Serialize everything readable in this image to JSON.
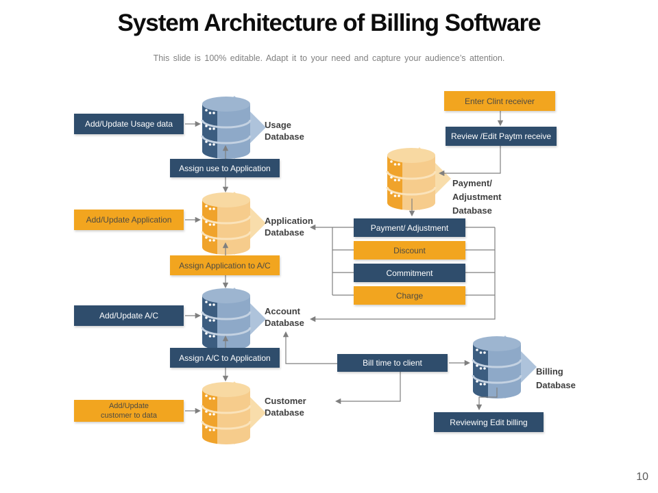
{
  "slide": {
    "title": "System Architecture of Billing Software",
    "subtitle": "This slide is 100% editable. Adapt it to your need and capture your audience’s attention.",
    "page_number": "10"
  },
  "nodes": {
    "add_usage": "Add/Update Usage data",
    "assign_use": "Assign use to Application",
    "add_application": "Add/Update Application",
    "assign_application": "Assign Application to A/C",
    "add_ac": "Add/Update A/C",
    "assign_ac": "Assign A/C to Application",
    "add_customer": "Add/Update\ncustomer to data",
    "enter_clint": "Enter Clint receiver",
    "review_paytm": "Review /Edit Paytm receive",
    "payment_adjustment": "Payment/ Adjustment",
    "discount": "Discount",
    "commitment": "Commitment",
    "charge": "Charge",
    "bill_time": "Bill time to client",
    "reviewing_billing": "Reviewing Edit billing"
  },
  "databases": {
    "usage": "Usage\nDatabase",
    "application": "Application\nDatabase",
    "account": "Account\nDatabase",
    "customer": "Customer\nDatabase",
    "payment": "Payment/\nAdjustment\nDatabase",
    "billing": "Billing\nDatabase"
  },
  "colors": {
    "dark_box": "#2f4d6c",
    "orange_box": "#f2a51f",
    "dark_box_text": "#ffffff",
    "orange_box_text": "#4d4a42",
    "label_text": "#3f3f3f",
    "connector_line": "#7f7f7f",
    "db": {
      "blue": {
        "body": "#8ea9c8",
        "top": "#9db5d0",
        "band": "#3c5d80",
        "gap": "#c4d2e2",
        "diamond": "#aec3db",
        "dot": "#ffffff"
      },
      "yellow": {
        "body": "#f6cc8c",
        "top": "#f8d9a2",
        "band": "#f0a32b",
        "gap": "#fae3bb",
        "diamond": "#f8ddab",
        "dot": "#ffffff"
      }
    }
  }
}
